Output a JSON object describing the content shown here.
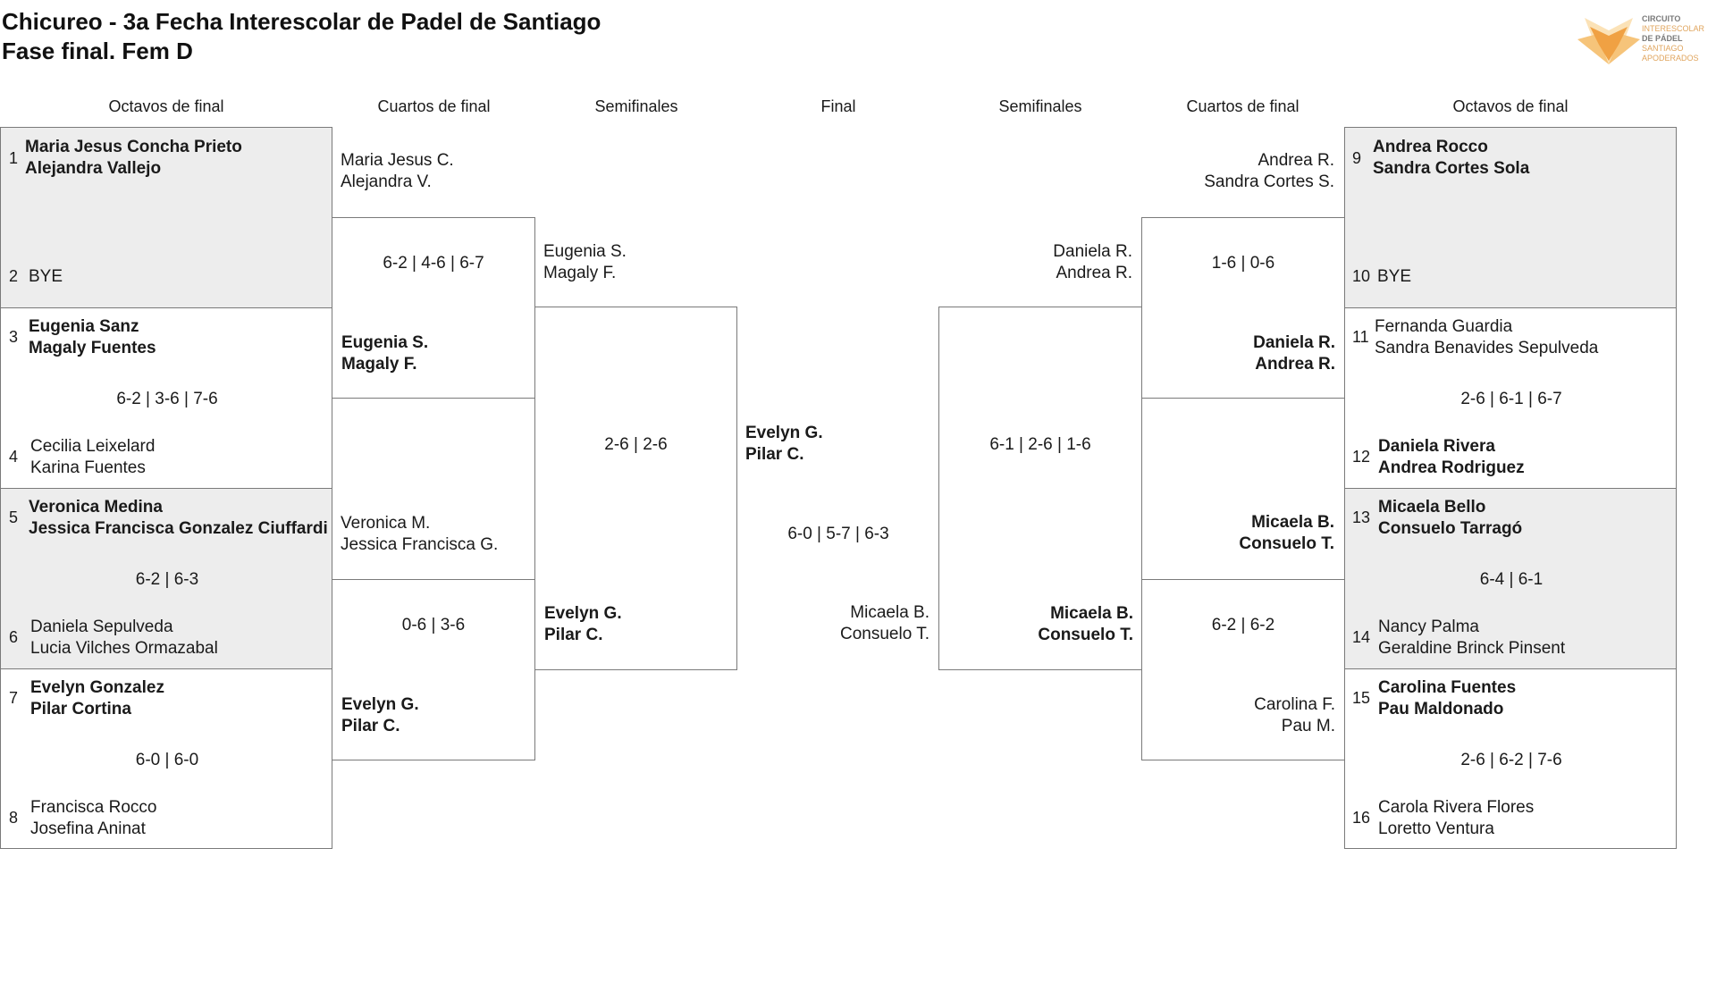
{
  "title_line1": "Chicureo - 3a Fecha Interescolar de Padel de Santiago",
  "title_line2": "Fase final. Fem D",
  "logo": {
    "line1": "CIRCUITO",
    "line2": "INTERESCOLAR",
    "line3": "DE PÁDEL",
    "line4": "SANTIAGO",
    "line5": "APODERADOS",
    "colors": [
      "#f0a143",
      "#f6c47a",
      "#fbe2b7"
    ]
  },
  "headers": {
    "left_r16": "Octavos de final",
    "left_qf": "Cuartos de final",
    "left_sf": "Semifinales",
    "final": "Final",
    "right_sf": "Semifinales",
    "right_qf": "Cuartos de final",
    "right_r16": "Octavos de final"
  },
  "colors": {
    "box_gray": "#ededed",
    "box_border": "#7a7a7a"
  },
  "r16_left": [
    {
      "seed_a": "1",
      "team_a": [
        "Maria Jesus Concha Prieto",
        "Alejandra Vallejo"
      ],
      "seed_b": "2",
      "team_b": [
        "BYE"
      ],
      "score": "",
      "winner": "a"
    },
    {
      "seed_a": "3",
      "team_a": [
        "Eugenia Sanz",
        "Magaly Fuentes"
      ],
      "seed_b": "4",
      "team_b": [
        "Cecilia Leixelard",
        "Karina Fuentes"
      ],
      "score": "6-2 | 3-6 | 7-6",
      "winner": "a"
    },
    {
      "seed_a": "5",
      "team_a": [
        "Veronica Medina",
        "Jessica Francisca Gonzalez Ciuffardi"
      ],
      "seed_b": "6",
      "team_b": [
        "Daniela Sepulveda",
        "Lucia Vilches Ormazabal"
      ],
      "score": "6-2 | 6-3",
      "winner": "a"
    },
    {
      "seed_a": "7",
      "team_a": [
        "Evelyn Gonzalez",
        "Pilar Cortina"
      ],
      "seed_b": "8",
      "team_b": [
        "Francisca Rocco",
        "Josefina Aninat"
      ],
      "score": "6-0 | 6-0",
      "winner": "a"
    }
  ],
  "r16_right": [
    {
      "seed_a": "9",
      "team_a": [
        "Andrea Rocco",
        "Sandra Cortes Sola"
      ],
      "seed_b": "10",
      "team_b": [
        "BYE"
      ],
      "score": "",
      "winner": "a"
    },
    {
      "seed_a": "11",
      "team_a": [
        "Fernanda Guardia",
        "Sandra Benavides Sepulveda"
      ],
      "seed_b": "12",
      "team_b": [
        "Daniela Rivera",
        "Andrea Rodriguez"
      ],
      "score": "2-6 | 6-1 | 6-7",
      "winner": "b"
    },
    {
      "seed_a": "13",
      "team_a": [
        "Micaela Bello",
        "Consuelo Tarragó"
      ],
      "seed_b": "14",
      "team_b": [
        "Nancy Palma",
        "Geraldine Brinck Pinsent"
      ],
      "score": "6-4 | 6-1",
      "winner": "a"
    },
    {
      "seed_a": "15",
      "team_a": [
        "Carolina Fuentes",
        "Pau Maldonado"
      ],
      "seed_b": "16",
      "team_b": [
        "Carola Rivera Flores",
        "Loretto Ventura"
      ],
      "score": "2-6 | 6-2 | 7-6",
      "winner": "a"
    }
  ],
  "qf_left": [
    {
      "team_a": [
        "Maria Jesus C.",
        "Alejandra V."
      ],
      "team_b": [
        "Eugenia S.",
        "Magaly F."
      ],
      "score": "6-2 | 4-6 | 6-7",
      "winner": "b"
    },
    {
      "team_a": [
        "Veronica M.",
        "Jessica Francisca G."
      ],
      "team_b": [
        "Evelyn G.",
        "Pilar C."
      ],
      "score": "0-6 | 3-6",
      "winner": "b"
    }
  ],
  "qf_right": [
    {
      "team_a": [
        "Andrea R.",
        "Sandra Cortes S."
      ],
      "team_b": [
        "Daniela R.",
        "Andrea R."
      ],
      "score": "1-6 | 0-6",
      "winner": "b"
    },
    {
      "team_a": [
        "Micaela B.",
        "Consuelo T."
      ],
      "team_b": [
        "Carolina F.",
        "Pau M."
      ],
      "score": "6-2 | 6-2",
      "winner": "a"
    }
  ],
  "sf_left": {
    "team_a": [
      "Eugenia S.",
      "Magaly F."
    ],
    "team_b": [
      "Evelyn G.",
      "Pilar C."
    ],
    "score": "2-6 | 2-6",
    "winner": "b"
  },
  "sf_right": {
    "team_a": [
      "Daniela R.",
      "Andrea R."
    ],
    "team_b": [
      "Micaela B.",
      "Consuelo T."
    ],
    "score": "6-1 | 2-6 | 1-6",
    "winner": "b"
  },
  "final": {
    "team_a": [
      "Evelyn G.",
      "Pilar C."
    ],
    "team_b": [
      "Micaela B.",
      "Consuelo T."
    ],
    "score": "6-0 | 5-7 | 6-3",
    "winner": "a"
  }
}
